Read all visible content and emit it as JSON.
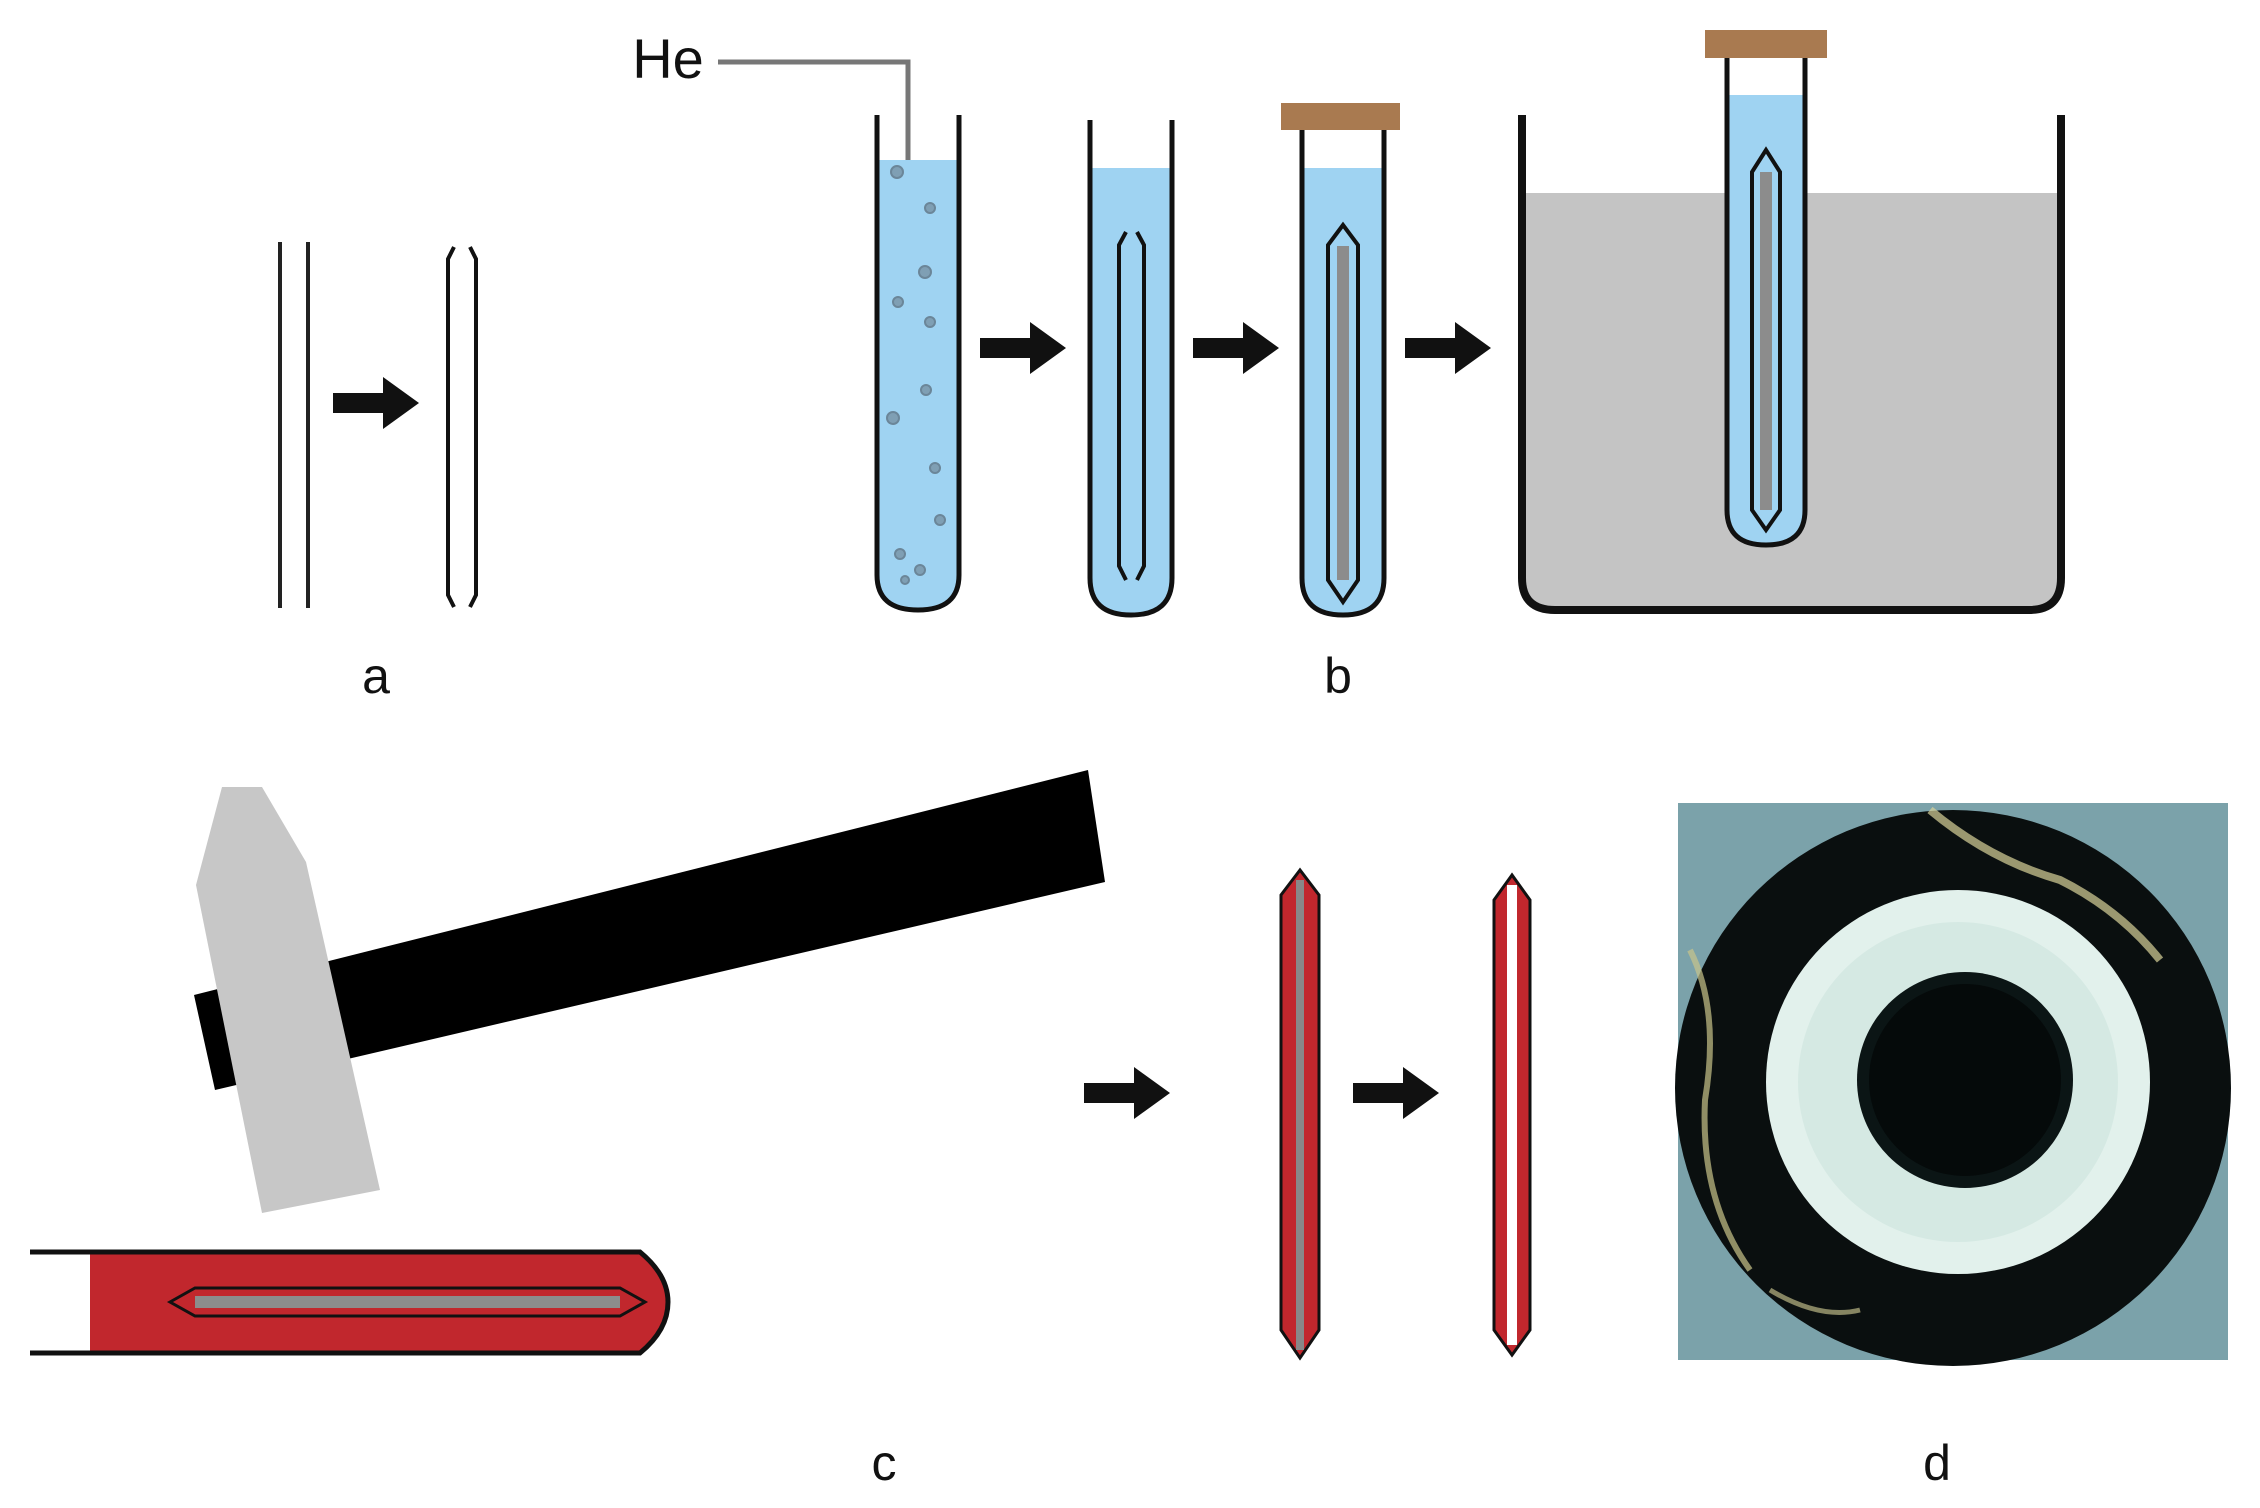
{
  "labels": {
    "gas": "He",
    "panel_a": "a",
    "panel_b": "b",
    "panel_c": "c",
    "panel_d": "d"
  },
  "colors": {
    "liquid": "#9fd3f2",
    "bath": "#c4c4c4",
    "cap": "#a97a50",
    "seal_fill": "#c1272d",
    "hammer_head": "#c7c7c7",
    "handle": "#000000",
    "outline": "#111111"
  },
  "icons": {
    "arrow": "right-arrow-icon",
    "hammer": "hammer-icon",
    "micrograph": "capillary-cross-section-micrograph"
  }
}
